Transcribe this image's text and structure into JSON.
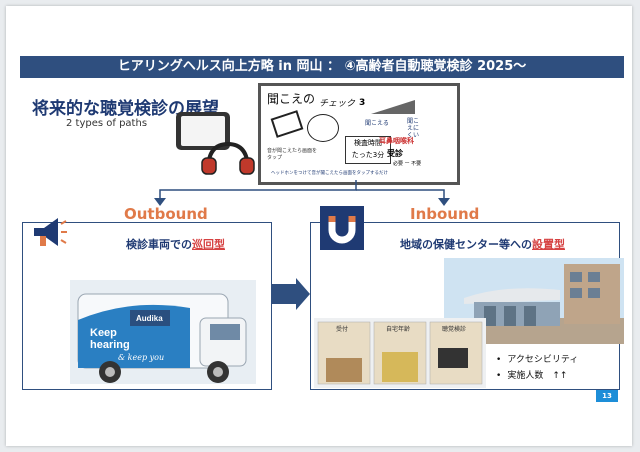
{
  "slide": {
    "title": "ヒアリングヘルス向上方略 in 岡山 ： ④高齢者自動聴覚検診 2025～",
    "heading": "将来的な聴覚検診の展望",
    "subheading": "2 types of paths",
    "page_number": "13"
  },
  "test_card": {
    "hand_title": "聞こえの",
    "check_label": "チェック",
    "freq_text": "3",
    "label_hear": "聞こえる",
    "label_hard": "聞こえにくい",
    "ent_label": "耳鼻咽喉科",
    "visit_label": "受診",
    "age_label": "必要 ー 不要",
    "note_left": "音が聞こえたら画面をタップ",
    "time_label_1": "検査時間",
    "time_label_2": "たった3分",
    "footer": "ヘッドホンをつけて音が聞こえたら画面をタップするだけ"
  },
  "outbound": {
    "title": "Outbound",
    "subtitle_prefix": "検診車両での",
    "subtitle_accent": "巡回型",
    "van_brand": "Audika",
    "van_line1": "Keep",
    "van_line2": "hearing",
    "van_line3": "& keep you"
  },
  "inbound": {
    "title": "Inbound",
    "subtitle_prefix": "地域の保健センター等への",
    "subtitle_accent": "設置型",
    "booth_labels": [
      "受付",
      "自宅年齢",
      "聴覚検診"
    ],
    "bullets": [
      "アクセシビリティ",
      "実施人数　↑↑"
    ]
  },
  "colors": {
    "title_bar": "#2f4f7f",
    "heading": "#1f3a73",
    "accent_orange": "#e07a49",
    "accent_red": "#d64242",
    "page_badge": "#1d8ed8"
  },
  "icons": {
    "outbound": "megaphone-icon",
    "inbound": "magnet-icon"
  }
}
